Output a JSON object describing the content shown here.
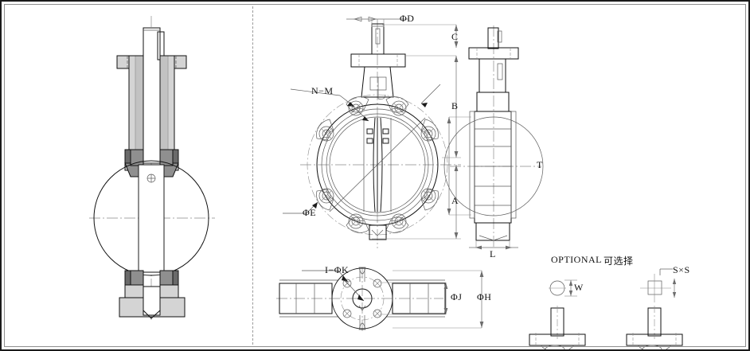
{
  "drawing": {
    "title": "Lug Type Butterfly Valve Dimensional Drawing",
    "panels": {
      "left": {
        "name": "sectional-view"
      },
      "right": {
        "name": "multi-view-dimensions"
      }
    }
  },
  "labels": {
    "phi_d": "ΦD",
    "c": "C",
    "b": "B",
    "a": "A",
    "n_m": "N−M",
    "phi_e": "ΦE",
    "t": "T",
    "l": "L",
    "i_phi_k": "I−ΦK",
    "phi_j": "ΦJ",
    "phi_h": "ΦH",
    "optional_en": "OPTIONAL",
    "optional_cn": "可选择",
    "w": "W",
    "sxs": "S×S"
  },
  "colors": {
    "frame": "#1a1a1a",
    "line": "#1b1b1b",
    "thin": "#5a5a5a",
    "center": "#8a8a8a",
    "fill_light": "#d4d4d4",
    "fill_mid": "#8f8f8f",
    "fill_dark": "#6a6a6a",
    "background": "#ffffff"
  }
}
